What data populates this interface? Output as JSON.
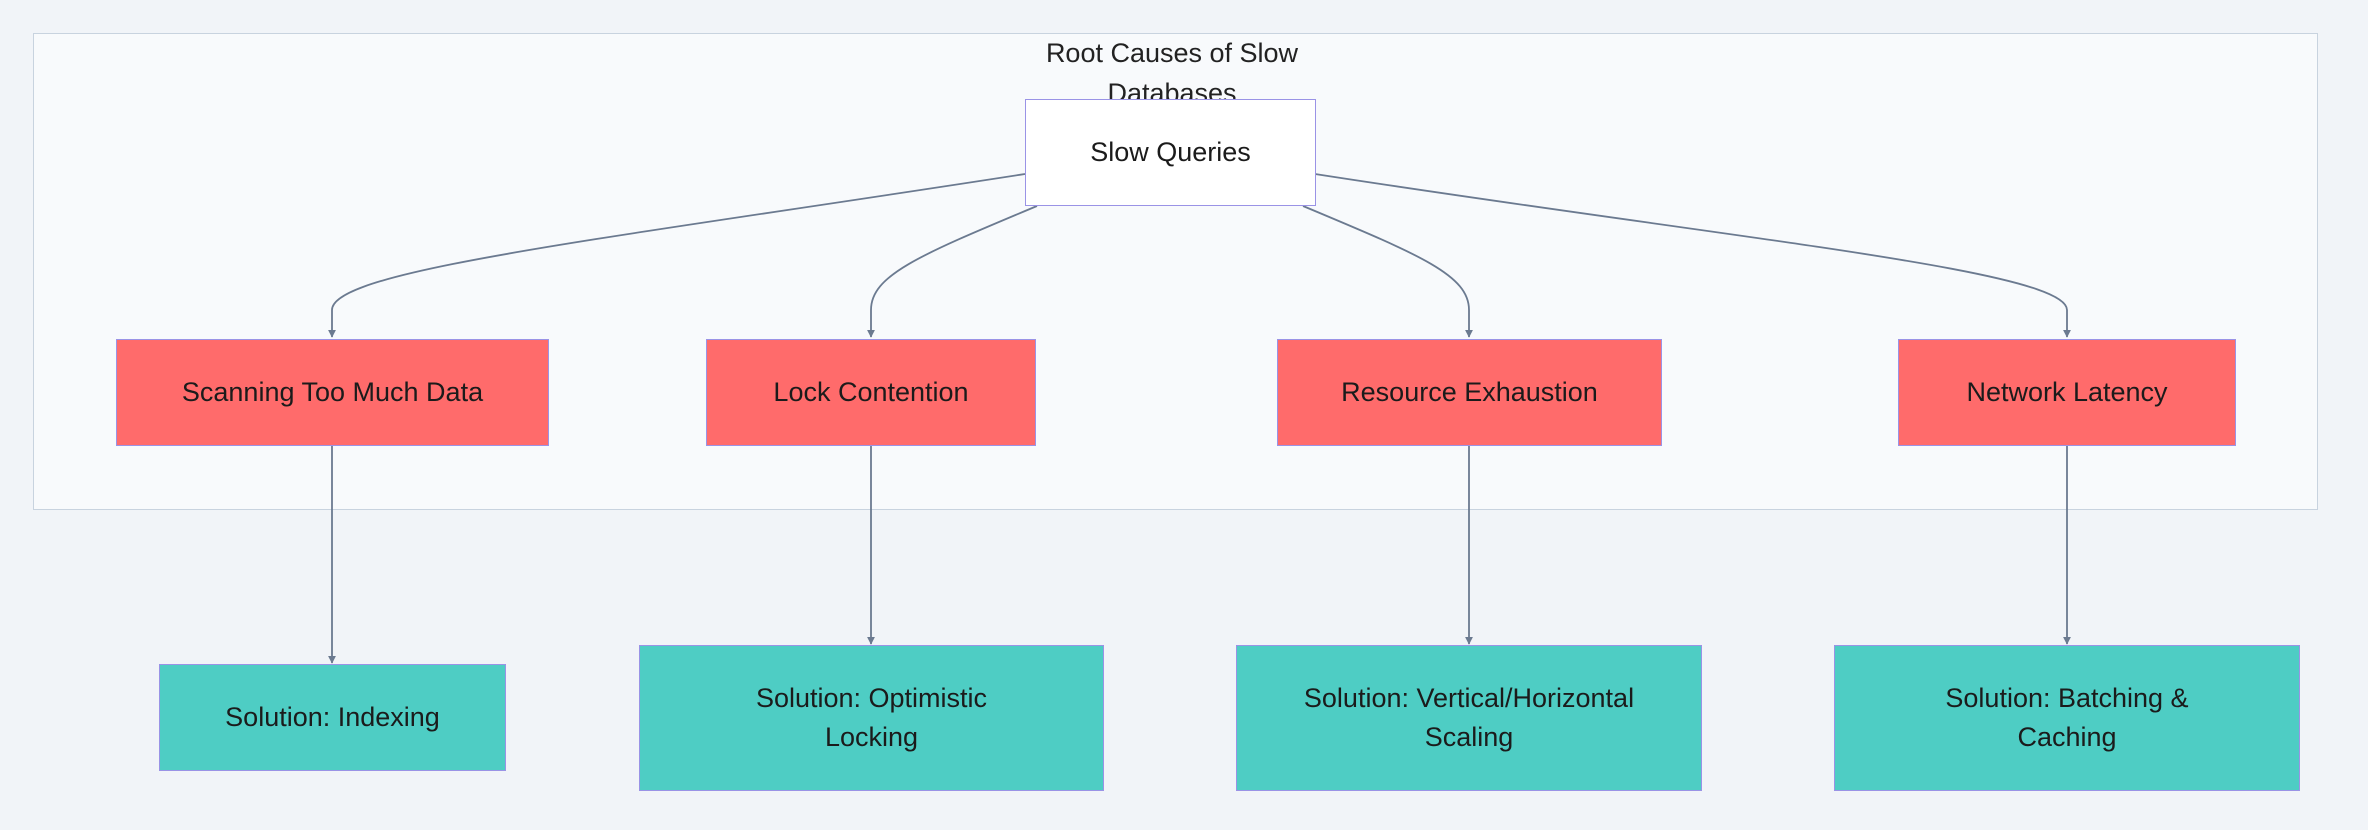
{
  "diagram": {
    "cluster_title": "Root Causes of Slow Databases",
    "root": {
      "label": "Slow Queries"
    },
    "causes": [
      {
        "label": "Scanning Too Much Data"
      },
      {
        "label": "Lock Contention"
      },
      {
        "label": "Resource Exhaustion"
      },
      {
        "label": "Network Latency"
      }
    ],
    "solutions": [
      {
        "label": "Solution: Indexing"
      },
      {
        "label": "Solution: Optimistic Locking"
      },
      {
        "label": "Solution: Vertical/Horizontal Scaling"
      },
      {
        "label": "Solution: Batching & Caching"
      }
    ],
    "edges": [
      {
        "from": "Slow Queries",
        "to": "Scanning Too Much Data"
      },
      {
        "from": "Slow Queries",
        "to": "Lock Contention"
      },
      {
        "from": "Slow Queries",
        "to": "Resource Exhaustion"
      },
      {
        "from": "Slow Queries",
        "to": "Network Latency"
      },
      {
        "from": "Scanning Too Much Data",
        "to": "Solution: Indexing"
      },
      {
        "from": "Lock Contention",
        "to": "Solution: Optimistic Locking"
      },
      {
        "from": "Resource Exhaustion",
        "to": "Solution: Vertical/Horizontal Scaling"
      },
      {
        "from": "Network Latency",
        "to": "Solution: Batching & Caching"
      }
    ],
    "colors": {
      "cause_fill": "#ff6b6b",
      "solution_fill": "#4ecdc4",
      "root_fill": "#ffffff",
      "node_border": "#9a93e6",
      "edge": "#6b7a90",
      "cluster_fill": "#f8fafc",
      "cluster_border": "#c8d3df",
      "background": "#f1f4f8"
    }
  }
}
